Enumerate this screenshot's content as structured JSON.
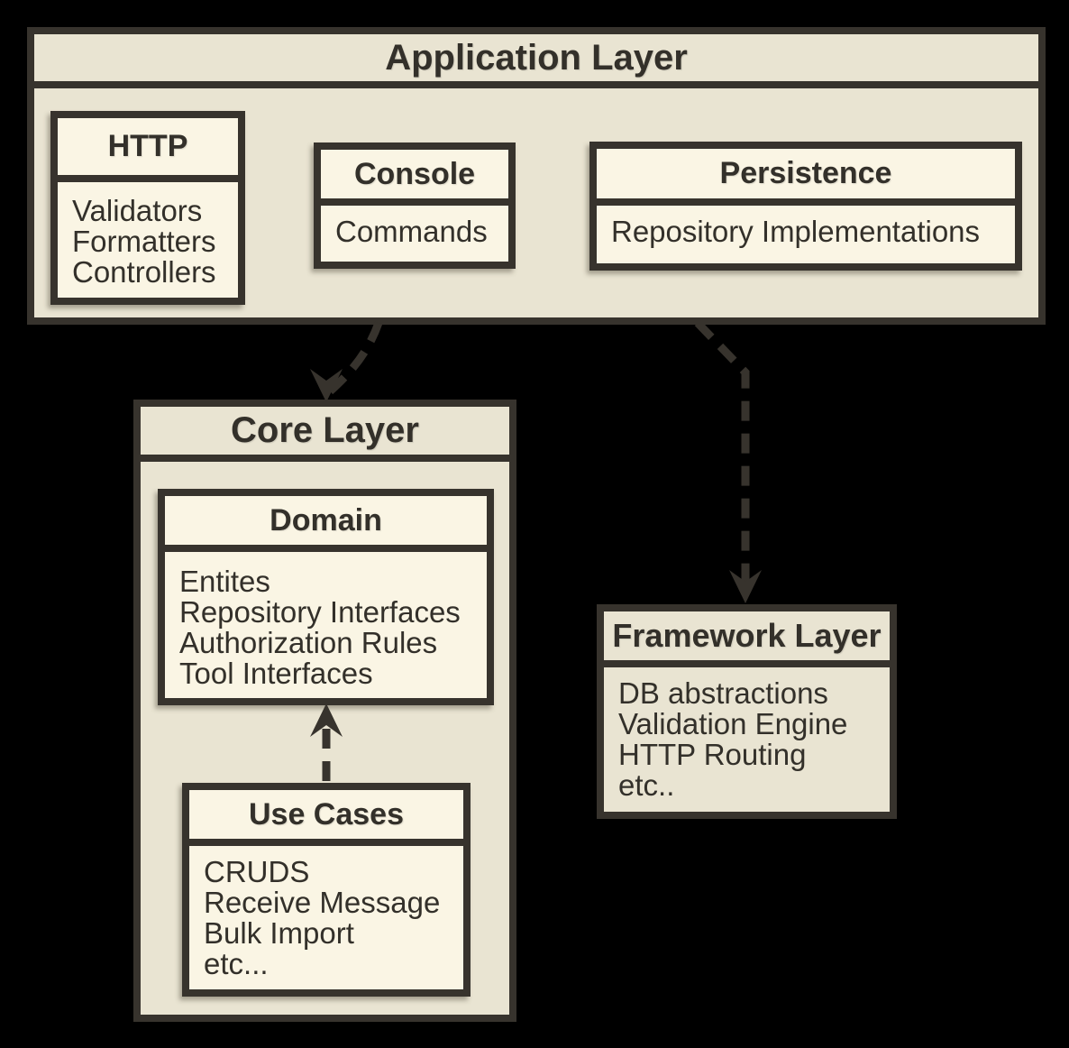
{
  "colors": {
    "background": "#000000",
    "layer_fill": "#E9E4D2",
    "box_fill": "#FAF5E4",
    "line_and_text": "#37332D"
  },
  "application_layer": {
    "title": "Application Layer",
    "http": {
      "title": "HTTP",
      "items": [
        "Validators",
        "Formatters",
        "Controllers"
      ]
    },
    "console": {
      "title": "Console",
      "items": [
        "Commands"
      ]
    },
    "persistence": {
      "title": "Persistence",
      "items": [
        "Repository Implementations"
      ]
    }
  },
  "core_layer": {
    "title": "Core Layer",
    "domain": {
      "title": "Domain",
      "items": [
        "Entites",
        "Repository Interfaces",
        "Authorization Rules",
        "Tool Interfaces"
      ]
    },
    "use_cases": {
      "title": "Use Cases",
      "items": [
        "CRUDS",
        "Receive Message",
        "Bulk Import",
        "etc..."
      ]
    }
  },
  "framework_layer": {
    "title": "Framework Layer",
    "items": [
      "DB abstractions",
      "Validation Engine",
      "HTTP Routing",
      "etc.."
    ]
  },
  "connections": [
    {
      "from": "application-layer",
      "to": "core-layer",
      "style": "dashed-arrow"
    },
    {
      "from": "application-layer",
      "to": "framework-layer",
      "style": "dashed-arrow"
    },
    {
      "from": "use-cases",
      "to": "domain",
      "style": "dashed-arrow"
    }
  ]
}
